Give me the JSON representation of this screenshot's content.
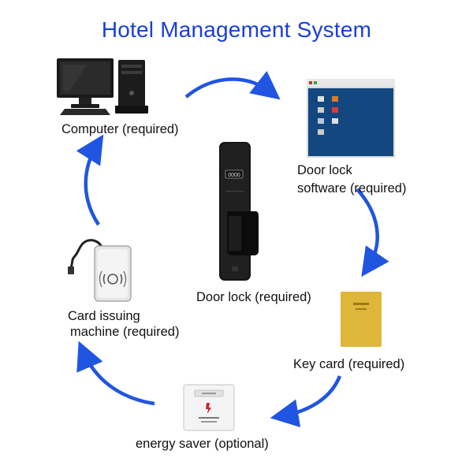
{
  "title": "Hotel Management System",
  "colors": {
    "title": "#1a3fd6",
    "arrow": "#1f55e0"
  },
  "nodes": {
    "computer": {
      "label": "Computer (required)",
      "icon": "desktop-computer-icon"
    },
    "software": {
      "label_line1": "Door lock",
      "label_line2": "software (required)",
      "icon": "software-screen-icon"
    },
    "door_lock": {
      "label": "Door lock (required)",
      "icon": "door-lock-icon",
      "badge": "0000"
    },
    "key_card": {
      "label": "Key card (required)",
      "icon": "key-card-icon"
    },
    "energy_saver": {
      "label": "energy saver (optional)",
      "icon": "energy-saver-switch-icon"
    },
    "card_issuer": {
      "label_line1": "Card issuing",
      "label_line2": "machine (required)",
      "icon": "card-issuing-machine-icon"
    }
  }
}
